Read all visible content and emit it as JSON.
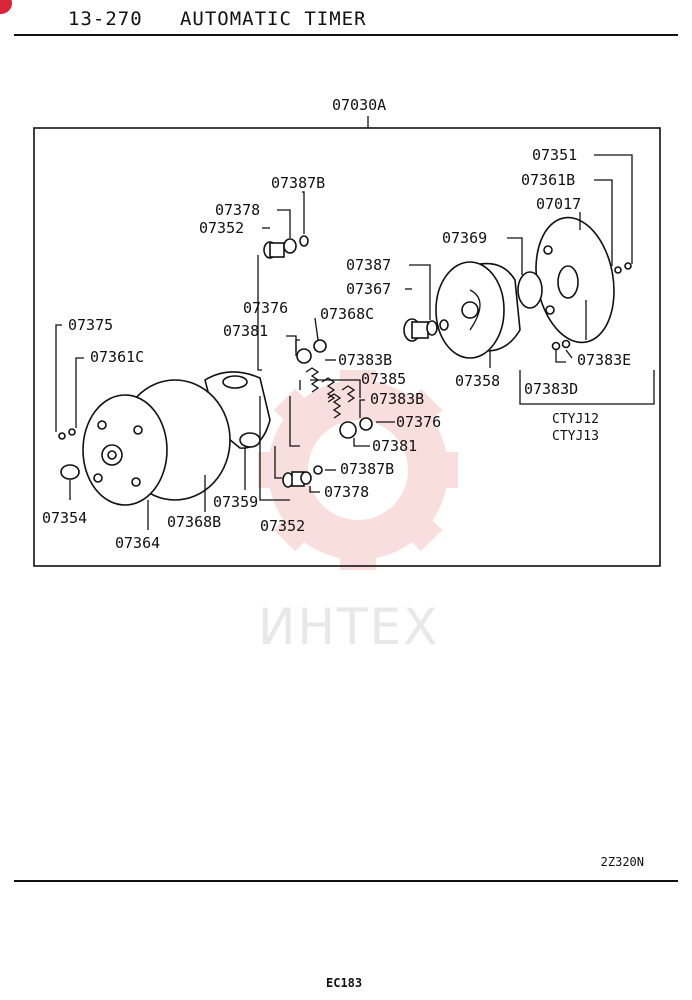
{
  "header": {
    "section": "13-270",
    "title": "AUTOMATIC TIMER"
  },
  "assembly": {
    "number": "07030A"
  },
  "labels": {
    "p07351": "07351",
    "p07361B": "07361B",
    "p07017": "07017",
    "p07387B_top": "07387B",
    "p07378_top": "07378",
    "p07352_top": "07352",
    "p07369": "07369",
    "p07387": "07387",
    "p07367": "07367",
    "p07376_top": "07376",
    "p07368C": "07368C",
    "p07381_top": "07381",
    "p07375": "07375",
    "p07383B_a": "07383B",
    "p07385": "07385",
    "p07383B_b": "07383B",
    "p07361C": "07361C",
    "p07358": "07358",
    "p07383D": "07383D",
    "p07383E": "07383E",
    "p07376_bot": "07376",
    "p07381_bot": "07381",
    "p07387B_bot": "07387B",
    "p07378_bot": "07378",
    "p07354": "07354",
    "p07359": "07359",
    "p07368B": "07368B",
    "p07352_bot": "07352",
    "p07364": "07364"
  },
  "models": [
    "CTYJ12",
    "CTYJ13"
  ],
  "watermark": "ИНТЕХ",
  "drawing_code": "2Z320N",
  "page_number": "EC183",
  "colors": {
    "ink": "#111111",
    "watermark_red": "#f5c4c4",
    "badge": "#d9243a"
  }
}
